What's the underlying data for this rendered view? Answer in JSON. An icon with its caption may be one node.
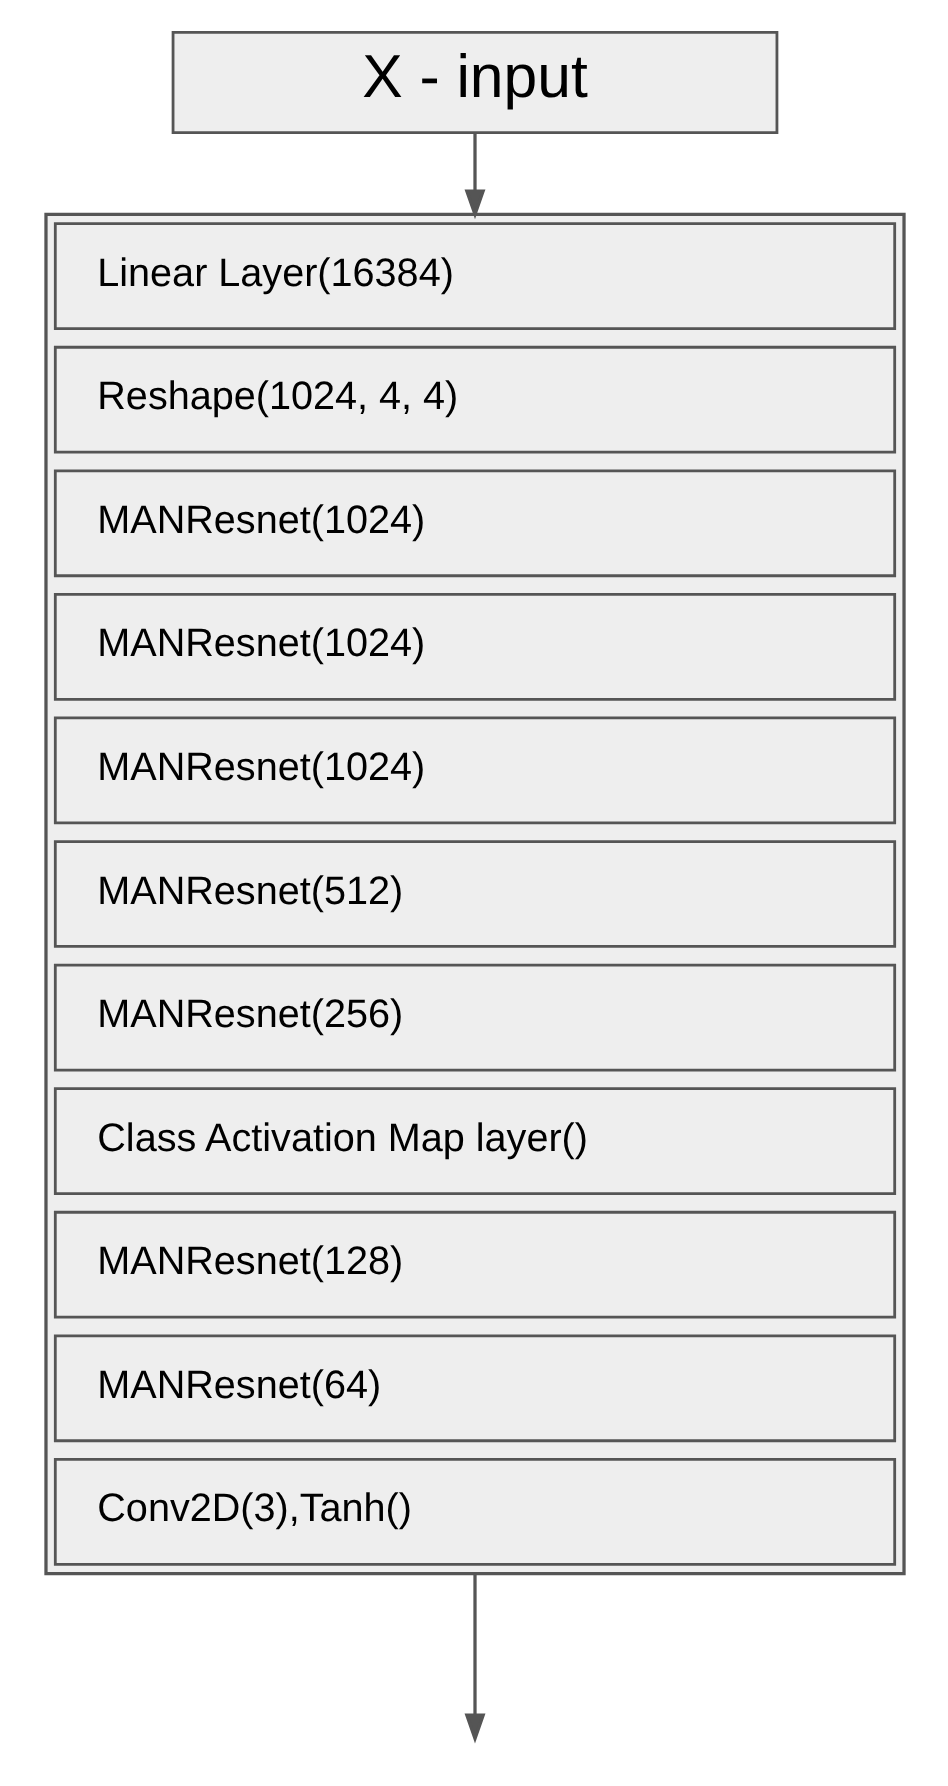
{
  "diagram": {
    "nodes": [
      {
        "text": [
          "X - input"
        ]
      },
      {
        "text": [],
        "shape": "box"
      },
      {
        "text": [
          "Linear Layer(16384)"
        ],
        "in": 1
      },
      {
        "text": [
          "Reshape(1024, 4, 4)"
        ],
        "in": 1
      },
      {
        "text": [
          "MANResnet(1024)"
        ],
        "in": 1
      },
      {
        "text": [
          "MANResnet(1024)"
        ],
        "in": 1
      },
      {
        "text": [
          "MANResnet(1024)"
        ],
        "in": 1
      },
      {
        "text": [
          "MANResnet(512)"
        ],
        "in": 1
      },
      {
        "text": [
          "MANResnet(256)"
        ],
        "in": 1
      },
      {
        "text": [
          "Class Activation Map layer()"
        ],
        "in": 1
      },
      {
        "text": [
          "MANResnet(128)"
        ],
        "in": 1
      },
      {
        "text": [
          "MANResnet(64)"
        ],
        "in": 1
      },
      {
        "text": [
          "Conv2D(3),Tanh()"
        ],
        "in": 1
      }
    ],
    "edges": [
      {
        "from": 0,
        "to": 1,
        "arrow": "to"
      },
      {
        "from": 1,
        "to": null,
        "arrow": "to"
      }
    ]
  }
}
